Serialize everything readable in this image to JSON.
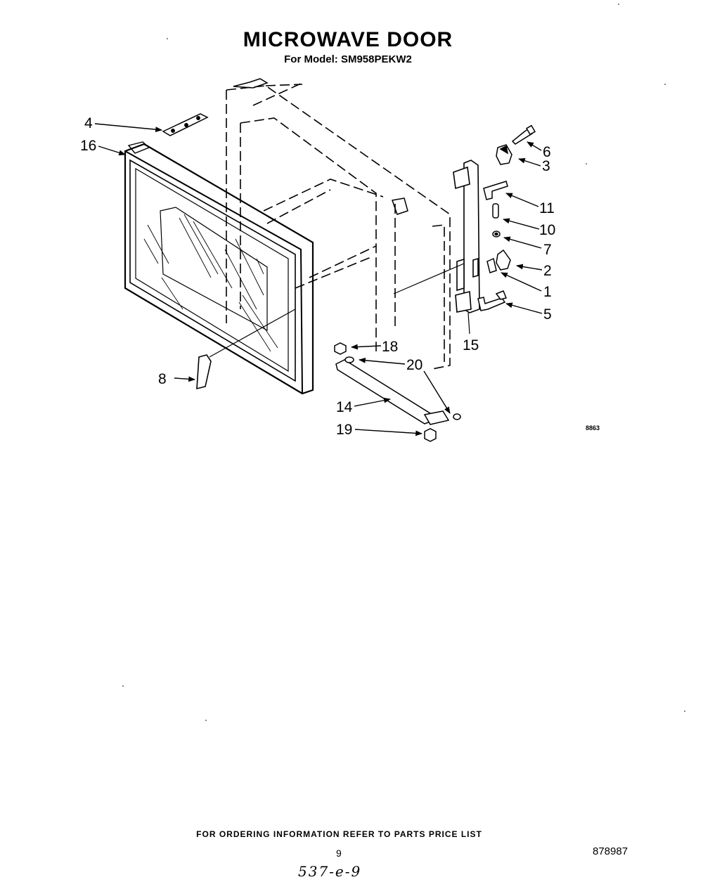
{
  "header": {
    "title": "MICROWAVE DOOR",
    "model_line": "For Model: SM958PEKW2"
  },
  "diagram": {
    "image_code": "8863",
    "callouts": [
      "4",
      "16",
      "6",
      "3",
      "11",
      "10",
      "7",
      "2",
      "1",
      "5",
      "15",
      "18",
      "20",
      "8",
      "14",
      "19"
    ]
  },
  "footer": {
    "ordering_note": "FOR ORDERING INFORMATION REFER TO PARTS PRICE LIST",
    "page_number": "9",
    "document_number": "878987",
    "handwritten_code": "537-e-9"
  }
}
